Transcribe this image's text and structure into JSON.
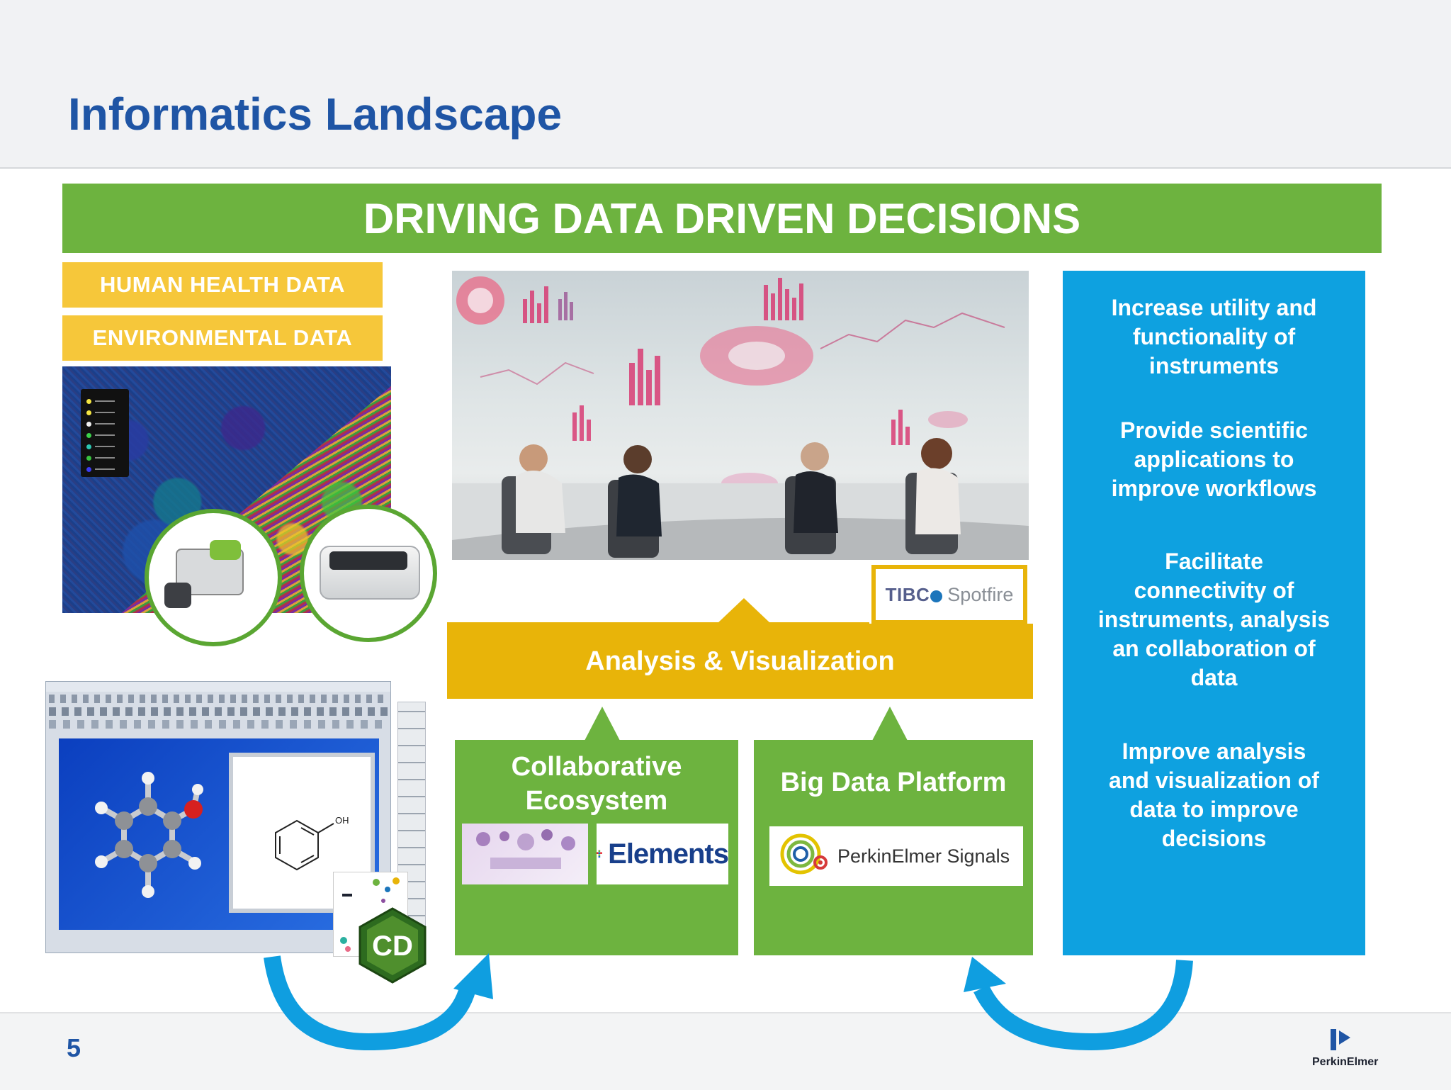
{
  "slide": {
    "title": "Informatics Landscape",
    "page_number": "5"
  },
  "banner": {
    "text": "DRIVING DATA DRIVEN DECISIONS"
  },
  "data_tags": [
    {
      "label": "HUMAN HEALTH DATA"
    },
    {
      "label": "ENVIRONMENTAL DATA"
    }
  ],
  "analysis": {
    "label": "Analysis & Visualization",
    "tibco_logo": {
      "brand": "TIBC",
      "product": "Spotfire"
    }
  },
  "collaborative": {
    "title_line1": "Collaborative",
    "title_line2": "Ecosystem",
    "elements_logo": "Elements"
  },
  "big_data": {
    "title": "Big Data Platform",
    "signals_logo": "PerkinElmer Signals"
  },
  "benefits": {
    "items": [
      {
        "line1": "Increase utility and",
        "line2": "functionality of",
        "line3": "instruments"
      },
      {
        "line1": "Provide scientific",
        "line2": "applications to",
        "line3": "improve workflows"
      },
      {
        "line1": "Facilitate",
        "line2": "connectivity of",
        "line3": "instruments, analysis",
        "line4": "an collaboration of",
        "line5": "data"
      },
      {
        "line1": "Improve analysis",
        "line2": "and visualization of",
        "line3": "data to improve",
        "line4": "decisions"
      }
    ]
  },
  "chemdraw": {
    "badge": "CD",
    "atom_label": "OH"
  },
  "footer": {
    "company": "PerkinElmer"
  },
  "colors": {
    "title_blue": "#1f55a5",
    "banner_green": "#6db33f",
    "tag_yellow": "#f6c73a",
    "analysis_yellow": "#e8b409",
    "panel_blue": "#0ea1e0",
    "arrow_blue": "#0f9ee0"
  }
}
